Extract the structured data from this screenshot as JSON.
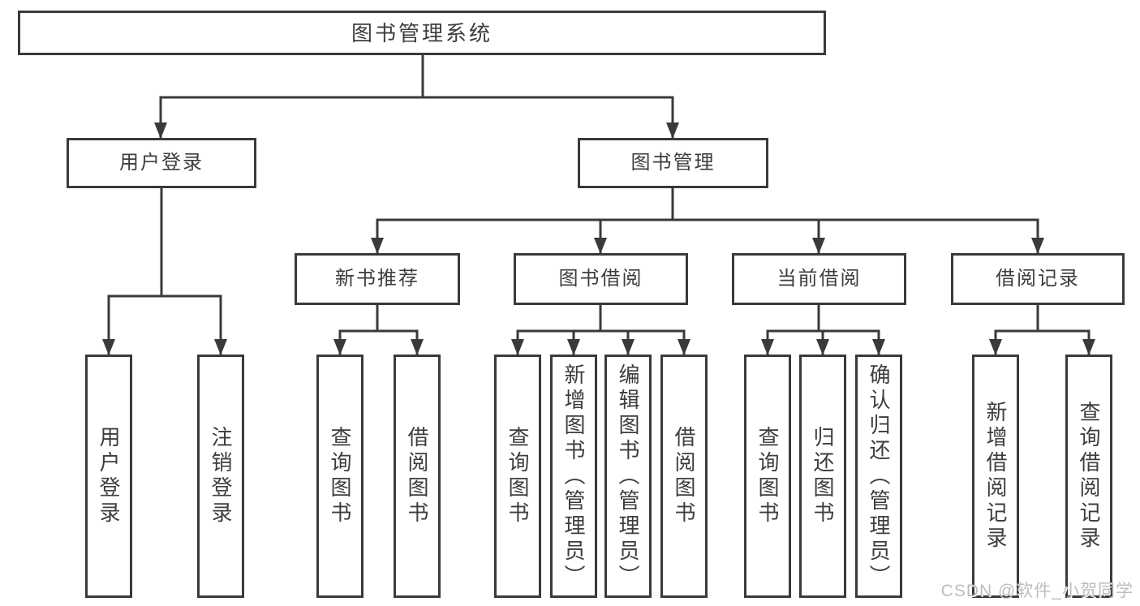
{
  "nodes": {
    "root": "图书管理系统",
    "user_login": "用户登录",
    "book_mgmt": "图书管理",
    "user_login_children": [
      "用户登录",
      "注销登录"
    ],
    "new_book_rec": "新书推荐",
    "book_borrow": "图书借阅",
    "current_borrow": "当前借阅",
    "borrow_records": "借阅记录",
    "new_book_rec_children": [
      "查询图书",
      "借阅图书"
    ],
    "book_borrow_children": [
      "查询图书",
      "新增图书（管理员）",
      "编辑图书（管理员）",
      "借阅图书"
    ],
    "current_borrow_children": [
      "查询图书",
      "归还图书",
      "确认归还（管理员）"
    ],
    "borrow_records_children": [
      "新增借阅记录",
      "查询借阅记录"
    ]
  },
  "watermark": "CSDN @软件_小贺同学",
  "colors": {
    "line": "#3a3a3a",
    "text": "#3d3d3d",
    "box_border": "#3a3a3a",
    "box_background": "#ffffff",
    "page_background": "#ffffff",
    "watermark": "#bdbdbd"
  }
}
